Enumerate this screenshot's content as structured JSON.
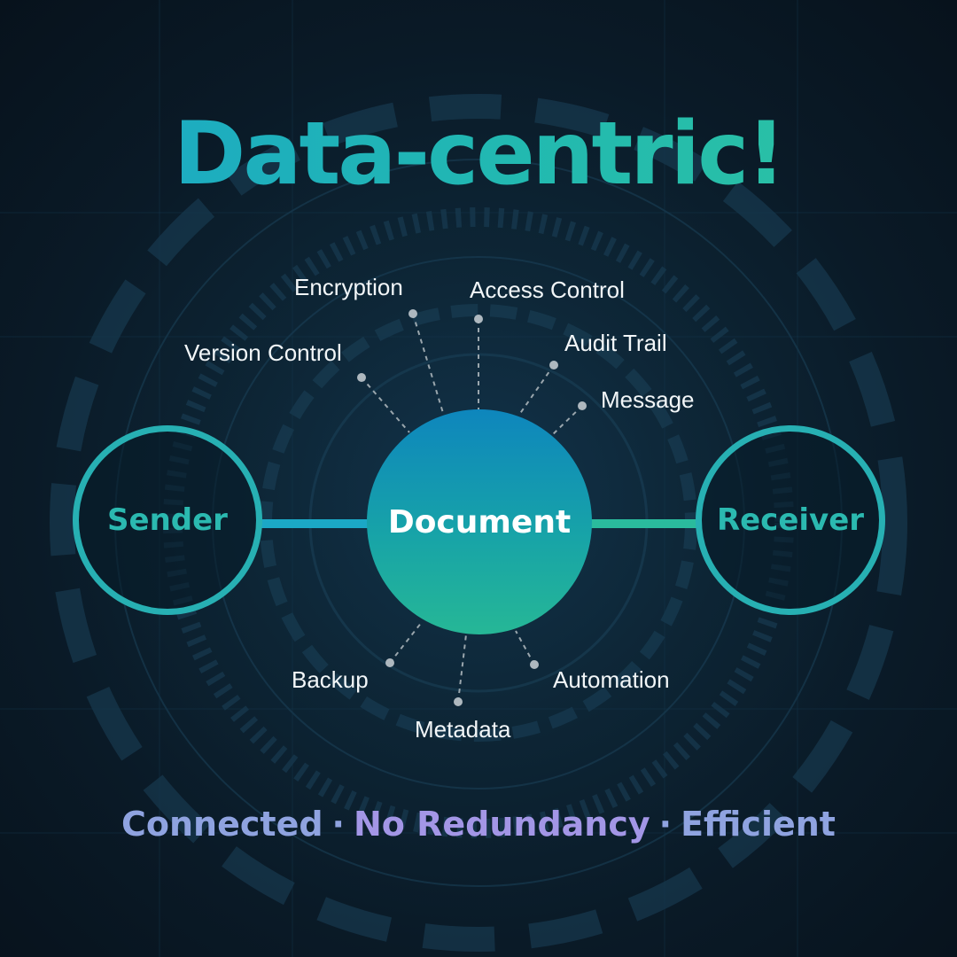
{
  "title": "Data-centric!",
  "nodes": {
    "sender": "Sender",
    "document": "Document",
    "receiver": "Receiver"
  },
  "features": {
    "encryption": "Encryption",
    "access_control": "Access Control",
    "version_control": "Version Control",
    "audit_trail": "Audit Trail",
    "message": "Message",
    "backup": "Backup",
    "metadata": "Metadata",
    "automation": "Automation"
  },
  "footer": {
    "item1": "Connected",
    "item2": "No Redundancy",
    "item3": "Efficient",
    "separator": "·"
  },
  "colors": {
    "title_gradient_start": "#1aa6c8",
    "title_gradient_end": "#2ec4a0",
    "ring": "#27b0b3",
    "document_top": "#0e86bd",
    "document_bottom": "#26b796",
    "footer_text": "#8fa3e0"
  }
}
